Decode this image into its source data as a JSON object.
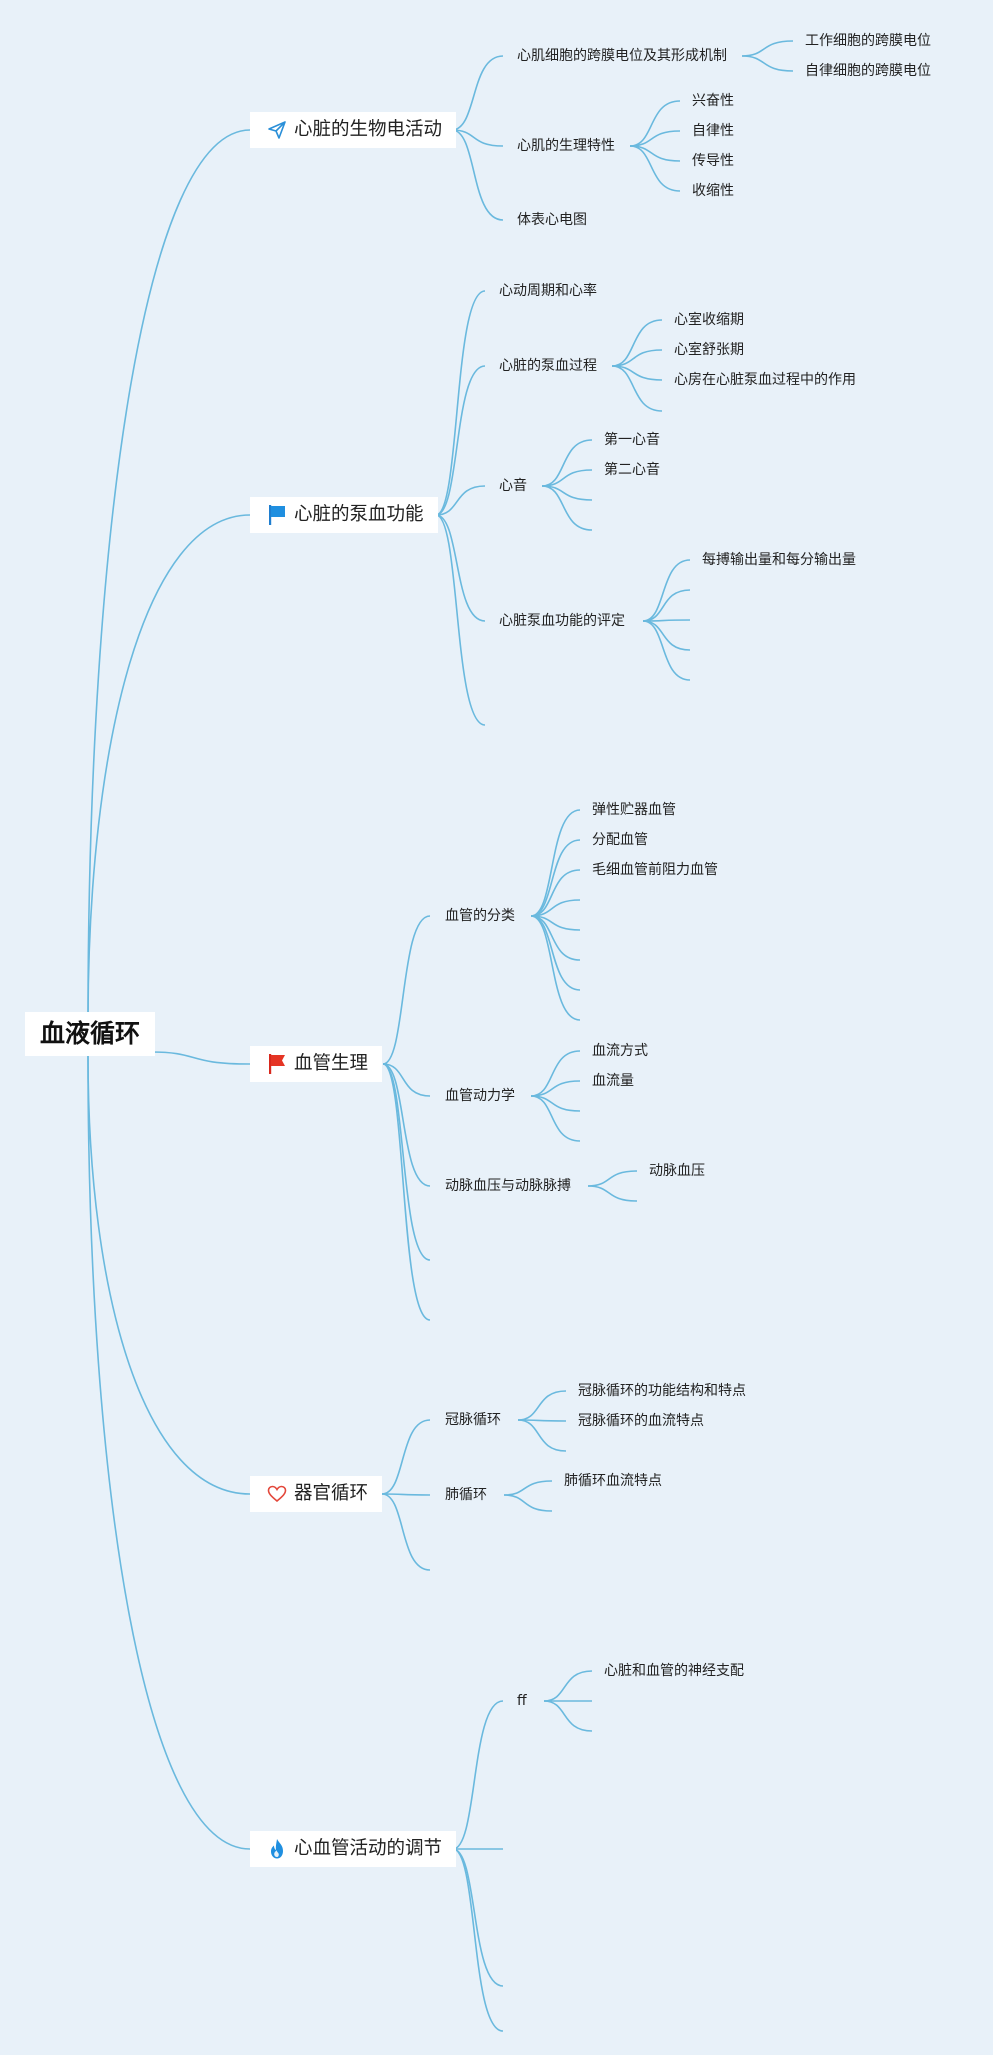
{
  "root": "血液循环",
  "topics": [
    {
      "title": "心脏的生物电活动",
      "icon": "paper-plane-icon",
      "children": [
        {
          "label": "心肌细胞的跨膜电位及其形成机制",
          "children": [
            "工作细胞的跨膜电位",
            "自律细胞的跨膜电位"
          ]
        },
        {
          "label": "心肌的生理特性",
          "children": [
            "兴奋性",
            "自律性",
            "传导性",
            "收缩性"
          ]
        },
        {
          "label": "体表心电图"
        }
      ]
    },
    {
      "title": "心脏的泵血功能",
      "icon": "blue-flag-icon",
      "children": [
        {
          "label": "心动周期和心率"
        },
        {
          "label": "心脏的泵血过程",
          "children": [
            "心室收缩期",
            "心室舒张期",
            "心房在心脏泵血过程中的作用",
            ""
          ]
        },
        {
          "label": "心音",
          "children": [
            "第一心音",
            "第二心音",
            "",
            ""
          ]
        },
        {
          "label": "心脏泵血功能的评定",
          "children": [
            "每搏输出量和每分输出量",
            "",
            "",
            "",
            ""
          ]
        },
        {
          "label": ""
        }
      ]
    },
    {
      "title": "血管生理",
      "icon": "red-flag-icon",
      "children": [
        {
          "label": "血管的分类",
          "children": [
            "弹性贮器血管",
            "分配血管",
            "毛细血管前阻力血管",
            "",
            "",
            "",
            "",
            ""
          ]
        },
        {
          "label": "血管动力学",
          "children": [
            "血流方式",
            "血流量",
            "",
            ""
          ]
        },
        {
          "label": "动脉血压与动脉脉搏",
          "children": [
            "动脉血压",
            ""
          ]
        },
        {
          "label": ""
        },
        {
          "label": ""
        }
      ]
    },
    {
      "title": "器官循环",
      "icon": "heart-outline-icon",
      "children": [
        {
          "label": "冠脉循环",
          "children": [
            "冠脉循环的功能结构和特点",
            "冠脉循环的血流特点",
            ""
          ]
        },
        {
          "label": "肺循环",
          "children": [
            "肺循环血流特点",
            ""
          ]
        },
        {
          "label": ""
        }
      ]
    },
    {
      "title": "心血管活动的调节",
      "icon": "flame-icon",
      "children": [
        {
          "label": "ff",
          "children": [
            "心脏和血管的神经支配",
            "",
            ""
          ]
        },
        {
          "label": ""
        },
        {
          "label": ""
        },
        {
          "label": ""
        }
      ]
    }
  ],
  "colors": {
    "background": "#e8f1f9",
    "line": "#6ab9de",
    "node": "#ffffff"
  }
}
